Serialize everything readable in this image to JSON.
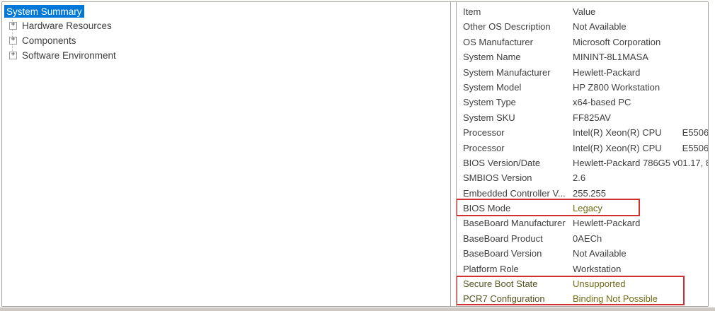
{
  "left_panel": {
    "items": [
      {
        "label": "System Summary",
        "selected": true,
        "expandable": false
      },
      {
        "label": "Hardware Resources",
        "selected": false,
        "expandable": true
      },
      {
        "label": "Components",
        "selected": false,
        "expandable": true
      },
      {
        "label": "Software Environment",
        "selected": false,
        "expandable": true
      }
    ]
  },
  "right_panel": {
    "columns": {
      "item": "Item",
      "value": "Value"
    },
    "rows": [
      {
        "item": "Other OS Description",
        "value": "Not Available"
      },
      {
        "item": "OS Manufacturer",
        "value": "Microsoft Corporation"
      },
      {
        "item": "System Name",
        "value": "MININT-8L1MASA"
      },
      {
        "item": "System Manufacturer",
        "value": "Hewlett-Packard"
      },
      {
        "item": "System Model",
        "value": "HP Z800 Workstation"
      },
      {
        "item": "System Type",
        "value": "x64-based PC"
      },
      {
        "item": "System SKU",
        "value": "FF825AV"
      },
      {
        "item": "Processor",
        "value": "Intel(R) Xeon(R) CPU        E5506"
      },
      {
        "item": "Processor",
        "value": "Intel(R) Xeon(R) CPU        E5506"
      },
      {
        "item": "BIOS Version/Date",
        "value": "Hewlett-Packard 786G5 v01.17, 8/"
      },
      {
        "item": "SMBIOS Version",
        "value": "2.6"
      },
      {
        "item": "Embedded Controller V...",
        "value": "255.255"
      },
      {
        "item": "BIOS Mode",
        "value": "Legacy",
        "value_highlighted": true
      },
      {
        "item": "BaseBoard Manufacturer",
        "value": "Hewlett-Packard"
      },
      {
        "item": "BaseBoard Product",
        "value": "0AECh"
      },
      {
        "item": "BaseBoard Version",
        "value": "Not Available"
      },
      {
        "item": "Platform Role",
        "value": "Workstation"
      },
      {
        "item": "Secure Boot State",
        "value": "Unsupported",
        "row_highlighted": true
      },
      {
        "item": "PCR7 Configuration",
        "value": "Binding Not Possible",
        "row_highlighted": true
      }
    ]
  },
  "annotations": {
    "boxes": [
      {
        "target": "BIOS Mode row"
      },
      {
        "target": "Secure Boot State and PCR7 Configuration rows"
      }
    ],
    "box_color": "#d23030",
    "highlight_label_color": "#54521f",
    "highlight_value_color": "#716c15"
  },
  "colors": {
    "selection_background": "#0078d7",
    "selection_text": "#ffffff",
    "text": "#3f3f3f",
    "pane_border": "#a9a9a9",
    "window_border": "#a3a19e"
  }
}
